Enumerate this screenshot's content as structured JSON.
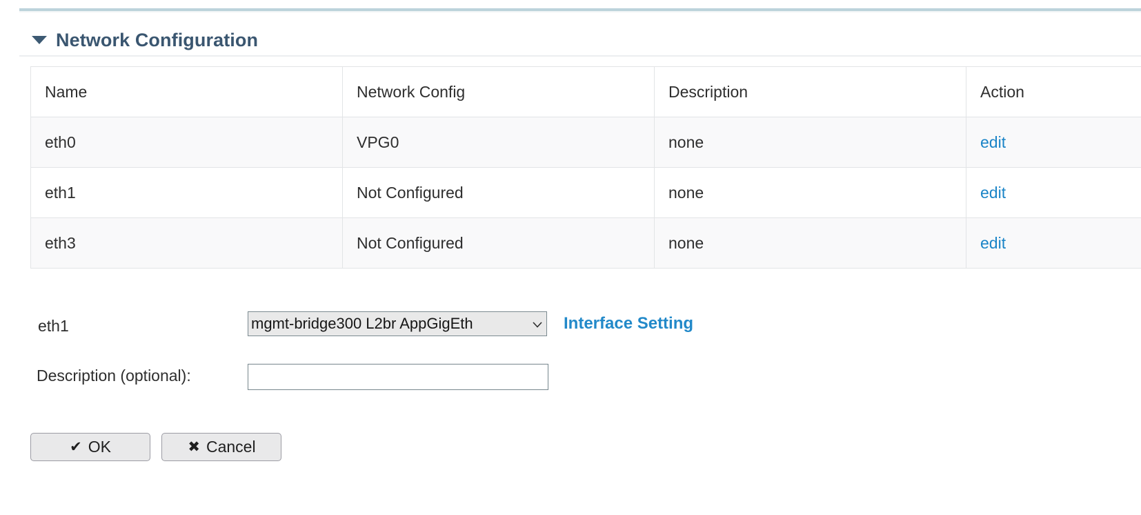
{
  "section": {
    "title": "Network Configuration",
    "caret_icon": "caret-down-icon",
    "expanded": true
  },
  "table": {
    "headers": [
      "Name",
      "Network Config",
      "Description",
      "Action"
    ],
    "rows": [
      {
        "name": "eth0",
        "config": "VPG0",
        "description": "none",
        "action": "edit"
      },
      {
        "name": "eth1",
        "config": "Not Configured",
        "description": "none",
        "action": "edit"
      },
      {
        "name": "eth3",
        "config": "Not Configured",
        "description": "none",
        "action": "edit"
      }
    ]
  },
  "form": {
    "interface_label": "eth1",
    "interface_select": {
      "value": "mgmt-bridge300   L2br AppGigEth",
      "arrow_icon": "chevron-down-icon",
      "options": [
        "mgmt-bridge300   L2br AppGigEth"
      ]
    },
    "interface_setting_link": "Interface Setting",
    "description_label": "Description (optional):",
    "description_value": "",
    "description_placeholder": ""
  },
  "buttons": {
    "ok_label": "OK",
    "ok_icon": "check-icon",
    "ok_glyph": "✔",
    "cancel_label": "Cancel",
    "cancel_icon": "x-icon",
    "cancel_glyph": "✖"
  },
  "colors": {
    "section_title": "#3a5670",
    "link": "#1a84c7",
    "link_strong": "#2289c9",
    "top_rule": "#bcd3db",
    "row_odd": "#f9f9fa",
    "border": "#e2e4e6"
  }
}
